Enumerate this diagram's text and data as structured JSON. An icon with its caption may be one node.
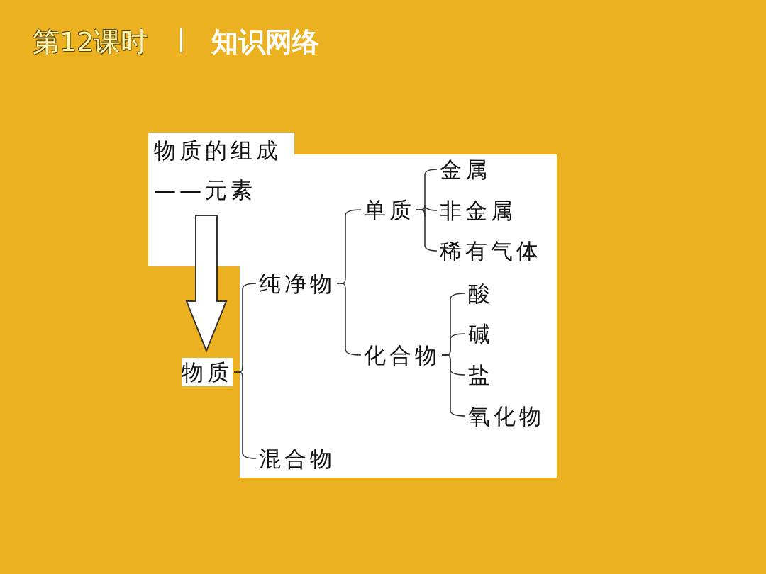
{
  "diagram": {
    "title": "知识网络",
    "labels": [
      "第12课时"
    ],
    "nodes": [
      {
        "text": [
          "物质的组成",
          "——元素"
        ]
      },
      {
        "text": [
          "物质"
        ]
      },
      {
        "text": [
          "纯净物"
        ]
      },
      {
        "text": [
          "混合物"
        ]
      },
      {
        "text": [
          "单质"
        ]
      },
      {
        "text": [
          "化合物"
        ]
      },
      {
        "text": [
          "金属"
        ]
      },
      {
        "text": [
          "非金属"
        ]
      },
      {
        "text": [
          "稀有气体"
        ]
      },
      {
        "text": [
          "酸"
        ]
      },
      {
        "text": [
          "碱"
        ]
      },
      {
        "text": [
          "盐"
        ]
      },
      {
        "text": [
          "氧化物"
        ]
      }
    ],
    "edges": [
      {
        "from": 0,
        "to": 1,
        "arrow": "to",
        "style": "thick"
      },
      {
        "from": 1,
        "to": 2,
        "arrow": "none"
      },
      {
        "from": 1,
        "to": 3,
        "arrow": "none"
      },
      {
        "from": 2,
        "to": 4,
        "arrow": "none"
      },
      {
        "from": 2,
        "to": 5,
        "arrow": "none"
      },
      {
        "from": 4,
        "to": 6,
        "arrow": "none"
      },
      {
        "from": 4,
        "to": 7,
        "arrow": "none"
      },
      {
        "from": 4,
        "to": 8,
        "arrow": "none"
      },
      {
        "from": 5,
        "to": 9,
        "arrow": "none"
      },
      {
        "from": 5,
        "to": 10,
        "arrow": "none"
      },
      {
        "from": 5,
        "to": 11,
        "arrow": "none"
      },
      {
        "from": 5,
        "to": 12,
        "arrow": "none"
      }
    ]
  }
}
